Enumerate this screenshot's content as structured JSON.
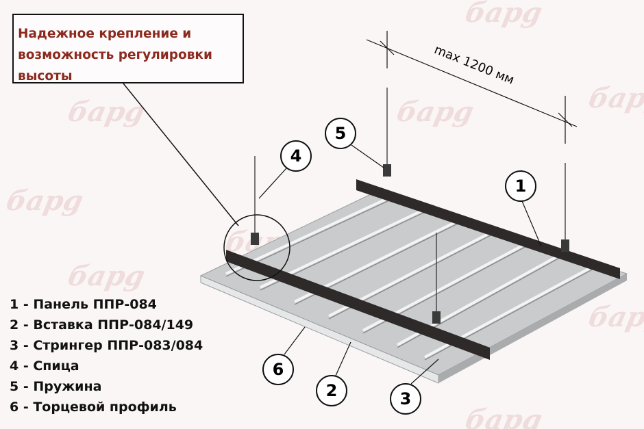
{
  "watermark": "барg",
  "note": {
    "line1": "Надежное крепление и",
    "line2": "возможность регулировки",
    "line3": "высоты"
  },
  "dimension": "max 1200 мм",
  "callouts": [
    "1",
    "2",
    "3",
    "4",
    "5",
    "6"
  ],
  "legend": [
    "1 - Панель ППР-084",
    "2 - Вставка ППР-084/149",
    "3 - Стрингер ППР-083/084",
    "4 - Спица",
    "5 - Пружина",
    "6 - Торцевой профиль"
  ],
  "colors": {
    "accent": "#8b2a1f",
    "rail": "#2e2a29",
    "panel": "#c9cbcd"
  }
}
